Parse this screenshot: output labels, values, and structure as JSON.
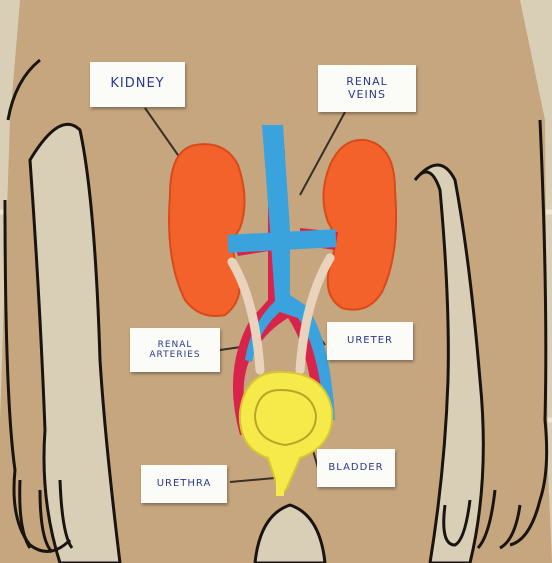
{
  "labels": {
    "kidney": [
      "KIDNEY"
    ],
    "renal_veins": [
      "RENAL",
      "VEINS"
    ],
    "renal_arteries": [
      "RENAL",
      "ARTERIES"
    ],
    "ureter": [
      "URETER"
    ],
    "urethra": [
      "URETHRA"
    ],
    "bladder": [
      "BLADDER"
    ]
  },
  "colors": {
    "cardboard": "#c9ab85",
    "wall_tile": "#d8cdb4",
    "kidney": "#f2622a",
    "vein": "#3aa3dd",
    "artery": "#d8244a",
    "ureter": "#ead3bd",
    "bladder": "#f5ea4a",
    "label_text": "#2a3a8f",
    "outline": "#1a1410"
  }
}
